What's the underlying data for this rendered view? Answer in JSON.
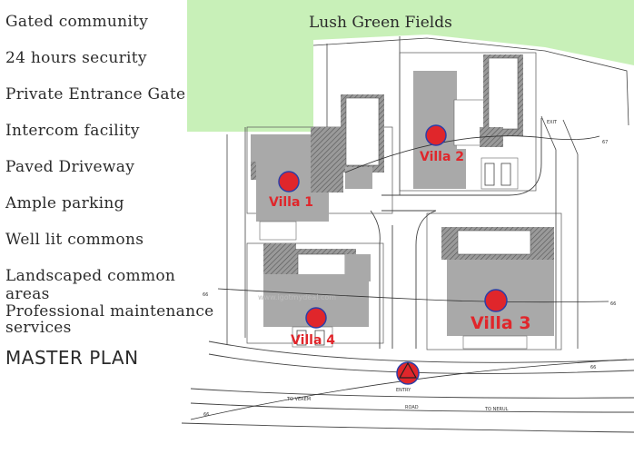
{
  "features": [
    "Gated community",
    "24 hours security",
    "Private Entrance Gate",
    "Intercom facility",
    "Paved Driveway",
    "Ample parking",
    "Well lit commons",
    "Landscaped common areas",
    "Professional maintenance services"
  ],
  "title": {
    "strong": "MASTER",
    "rest": " PLAN"
  },
  "plan": {
    "fields_label": "Lush Green Fields",
    "villas": [
      "Villa 1",
      "Villa 2",
      "Villa 3",
      "Villa 4"
    ],
    "entry_label": "ENTRY",
    "road_label": "ROAD",
    "to_verem": "TO VEREM",
    "to_nerul": "TO NERUL",
    "exit_label": "EXIT",
    "contour_66": "66",
    "contour_67": "67",
    "watermark": "www.igotmydeal.com"
  },
  "colors": {
    "fields": "#c8f0b8",
    "building": "#a9a9a9",
    "hatch": "#7a7a7a",
    "marker": "#e0262b",
    "marker_ring": "#2b3fa8"
  }
}
